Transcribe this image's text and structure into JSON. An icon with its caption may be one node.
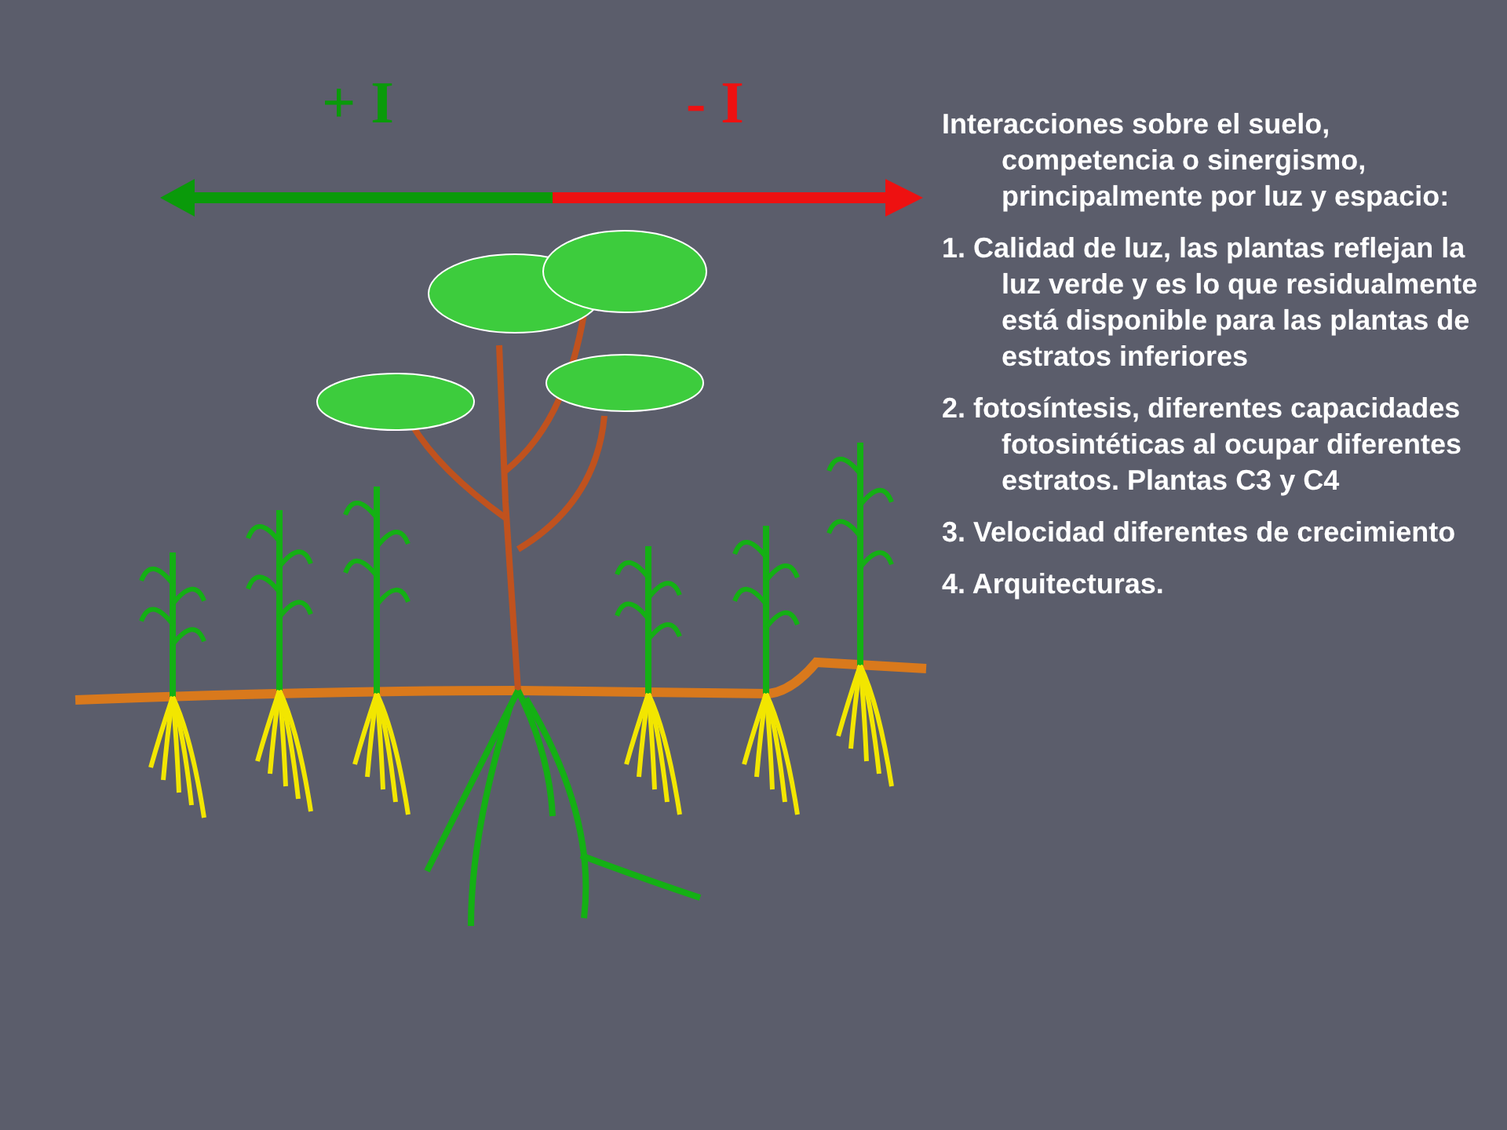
{
  "diagram": {
    "labels": [
      "+ I",
      "- I",
      "**Interacciones sobre el suelo**, competencia o sinergismo, principalmente por luz y espacio:",
      "1. Calidad de luz, las plantas reflejan la luz verde y es lo que residualmente está disponible para las plantas de estratos inferiores",
      "2.  fotosíntesis, diferentes capacidades fotosintéticas al ocupar diferentes estratos. Plantas C3 y C4",
      "3. Velocidad diferentes de crecimiento",
      "4. Arquitecturas."
    ]
  }
}
